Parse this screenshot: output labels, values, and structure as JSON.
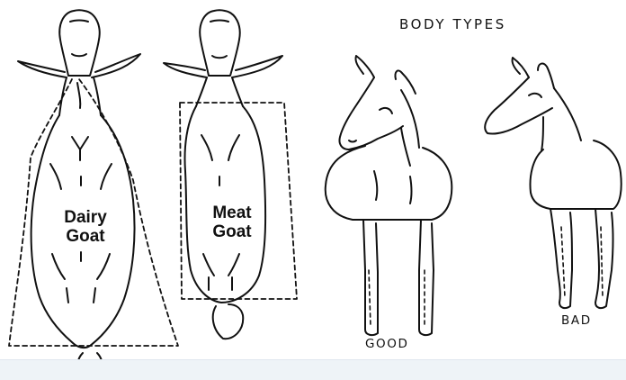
{
  "heading": "BODY TYPES",
  "dairy": {
    "line1": "Dairy",
    "line2": "Goat"
  },
  "meat": {
    "line1": "Meat",
    "line2": "Goat"
  },
  "ratings": {
    "good": "GOOD",
    "bad": "BAD"
  },
  "colors": {
    "ink": "#111111",
    "paper": "#ffffff",
    "band": "#eef3f7"
  }
}
